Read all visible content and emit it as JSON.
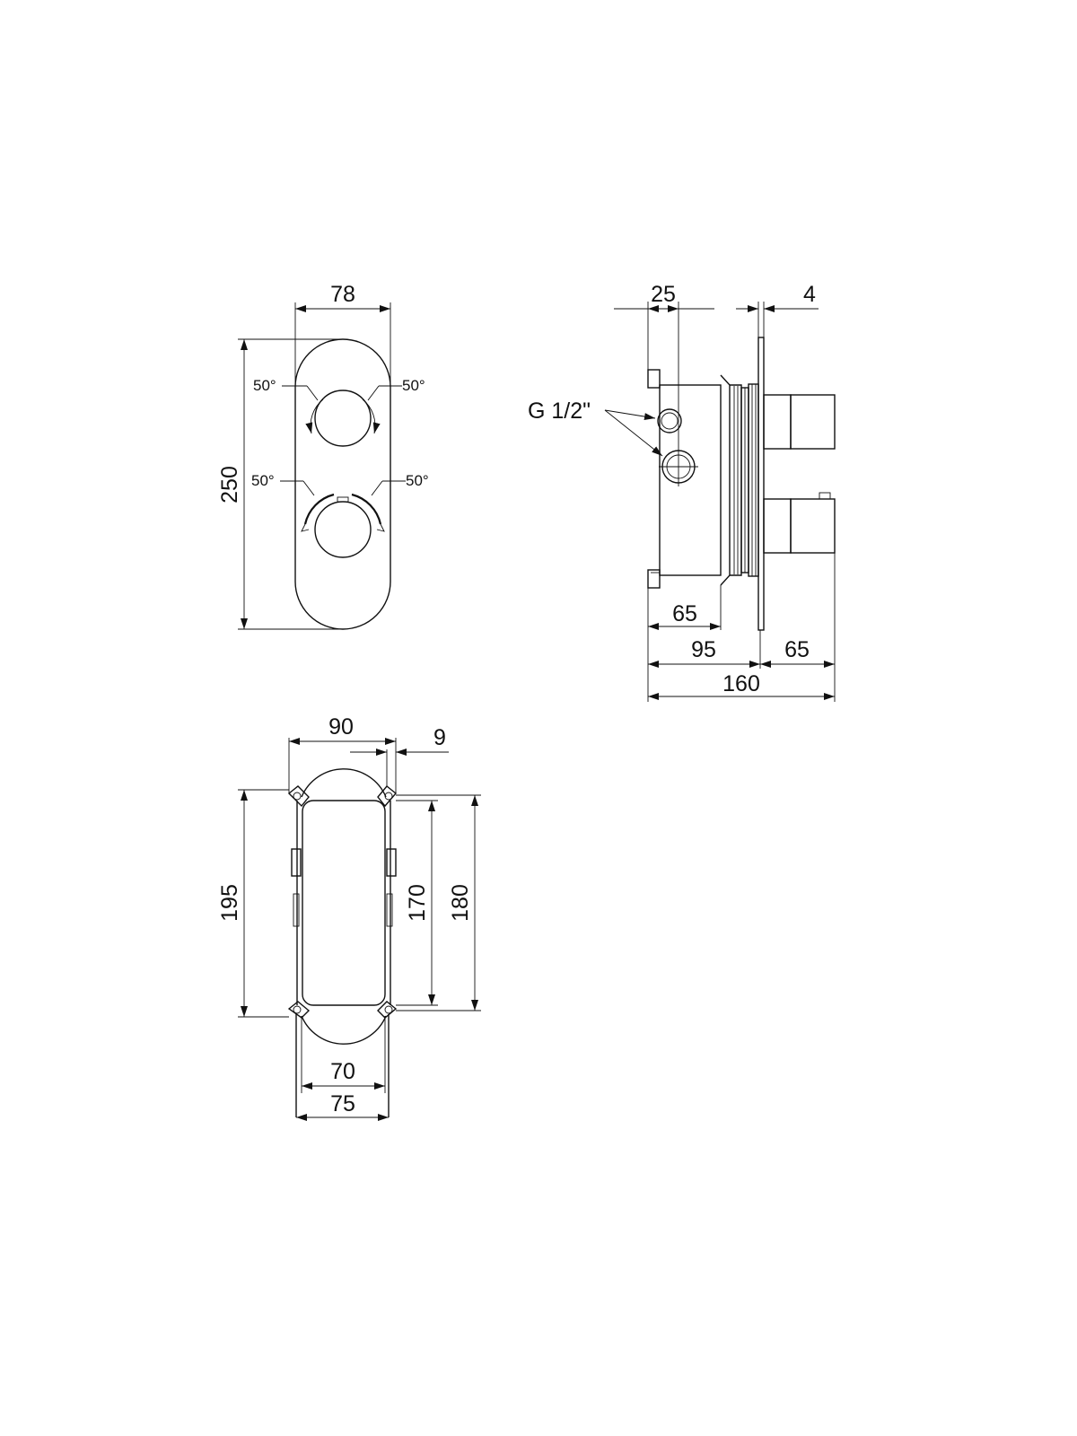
{
  "front_view": {
    "width": "78",
    "height": "250",
    "angle_top_left": "50°",
    "angle_top_right": "50°",
    "angle_bottom_left": "50°",
    "angle_bottom_right": "50°"
  },
  "side_view": {
    "dim_top_left": "25",
    "dim_top_right": "4",
    "thread": "G 1/2\"",
    "dim_body_front": "65",
    "dim_body": "95",
    "dim_handle": "65",
    "dim_total": "160"
  },
  "box_view": {
    "outer_width": "90",
    "wall": "9",
    "height_outer": "195",
    "height_inner": "170",
    "height_mid": "180",
    "inner_width": "70",
    "total_width": "75"
  }
}
